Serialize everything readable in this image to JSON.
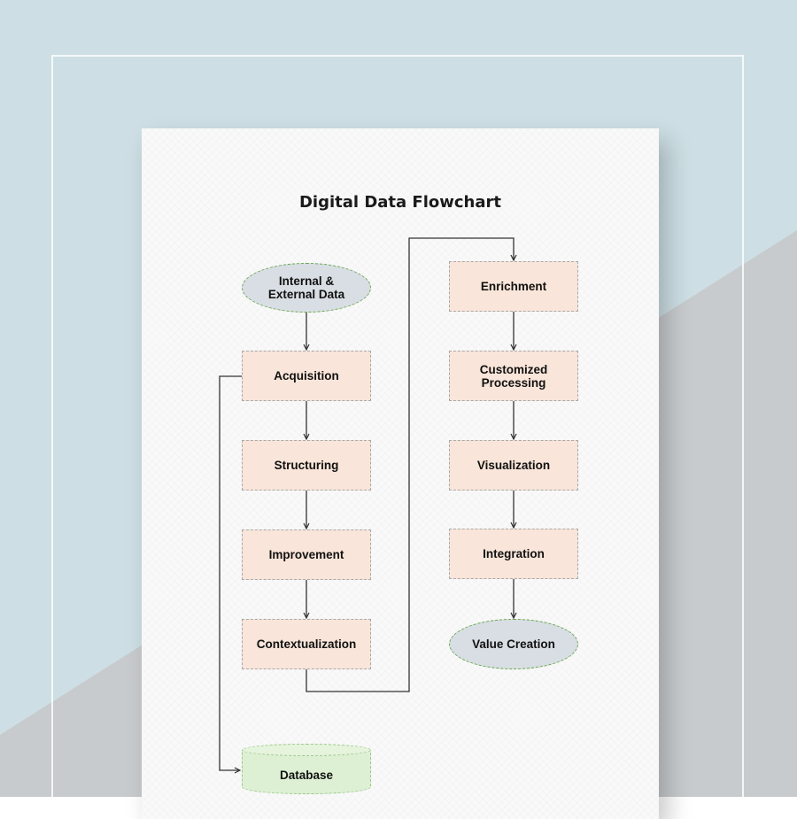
{
  "document": {
    "title": "Digital Data Flowchart"
  },
  "flowchart": {
    "nodes": {
      "source": "Internal &\nExternal Data",
      "acquisition": "Acquisition",
      "structuring": "Structuring",
      "improvement": "Improvement",
      "contextualization": "Contextualization",
      "enrichment": "Enrichment",
      "customized_processing": "Customized\nProcessing",
      "visualization": "Visualization",
      "integration": "Integration",
      "value_creation": "Value Creation",
      "database": "Database"
    },
    "edges": [
      [
        "source",
        "acquisition"
      ],
      [
        "acquisition",
        "structuring"
      ],
      [
        "structuring",
        "improvement"
      ],
      [
        "improvement",
        "contextualization"
      ],
      [
        "contextualization",
        "enrichment"
      ],
      [
        "enrichment",
        "customized_processing"
      ],
      [
        "customized_processing",
        "visualization"
      ],
      [
        "visualization",
        "integration"
      ],
      [
        "integration",
        "value_creation"
      ],
      [
        "acquisition",
        "database"
      ]
    ]
  },
  "colors": {
    "process_fill": "#f9e5d9",
    "terminal_fill": "#d8dee3",
    "terminal_border": "#6aa84f",
    "database_fill": "#ddf0d4",
    "background_top": "#cddfe4",
    "background_bottom": "#c8cbcd"
  }
}
